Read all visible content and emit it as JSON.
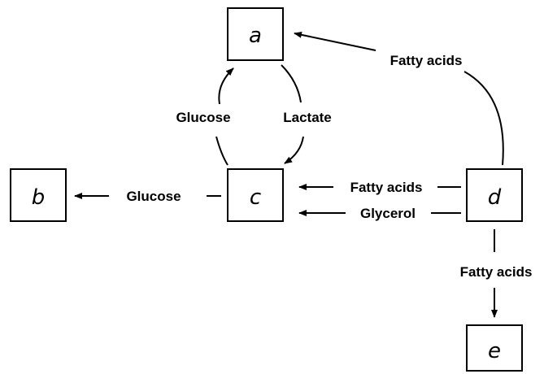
{
  "nodes": {
    "a": "a",
    "b": "b",
    "c": "c",
    "d": "d",
    "e": "e"
  },
  "edges": {
    "d_to_a": "Fatty acids",
    "c_to_a": "Glucose",
    "a_to_c": "Lactate",
    "c_to_b": "Glucose",
    "d_to_c_fatty": "Fatty acids",
    "d_to_c_glycerol": "Glycerol",
    "d_to_e": "Fatty acids"
  },
  "colors": {
    "stroke": "#000000",
    "background": "#ffffff"
  }
}
